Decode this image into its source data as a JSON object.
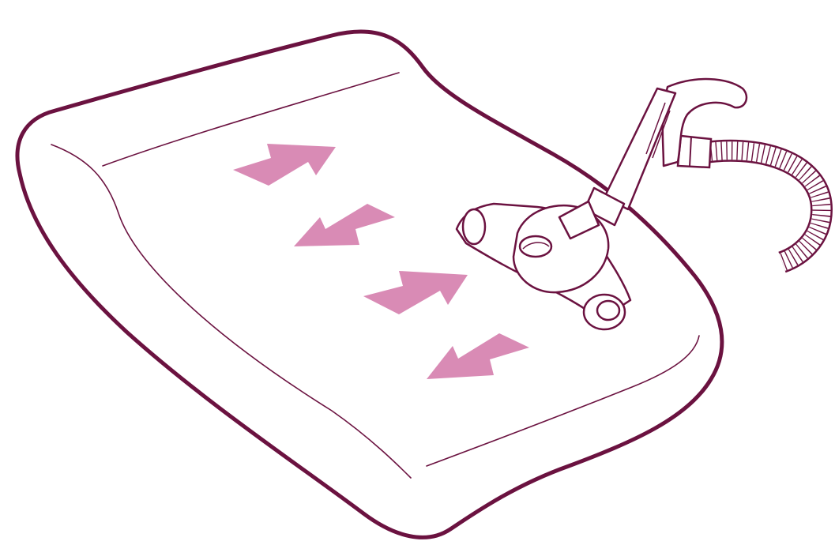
{
  "illustration": {
    "subject": "vacuum-cleaner-nozzle-on-mattress",
    "colors": {
      "outline": "#6b1240",
      "arrow_fill": "#d98bb5",
      "background": "#ffffff"
    },
    "arrows": [
      {
        "direction": "up-right"
      },
      {
        "direction": "down-left"
      },
      {
        "direction": "up-right"
      },
      {
        "direction": "down-left"
      }
    ],
    "icons": [
      "mattress-icon",
      "vacuum-nozzle-icon",
      "vacuum-wand-icon",
      "vacuum-hose-icon",
      "direction-arrow-icon"
    ]
  }
}
